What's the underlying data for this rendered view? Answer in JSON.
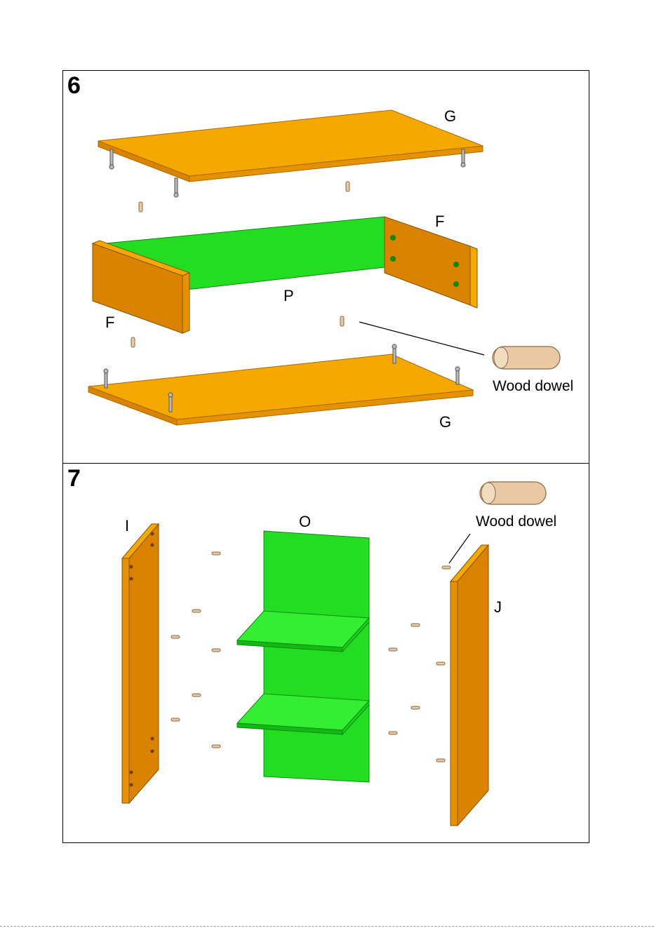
{
  "step6": {
    "number": "6",
    "labels": {
      "top_panel": "G",
      "right_side": "F",
      "back_panel": "P",
      "left_side": "F",
      "bottom_panel": "G",
      "dowel": "Wood dowel"
    }
  },
  "step7": {
    "number": "7",
    "labels": {
      "left_panel": "I",
      "center_panel": "O",
      "right_panel": "J",
      "dowel": "Wood dowel"
    }
  },
  "colors": {
    "orange": "#F5A800",
    "orange_dark": "#D98300",
    "green": "#22DD22",
    "green_dark": "#13B913",
    "dowel": "#E8C9A4"
  }
}
